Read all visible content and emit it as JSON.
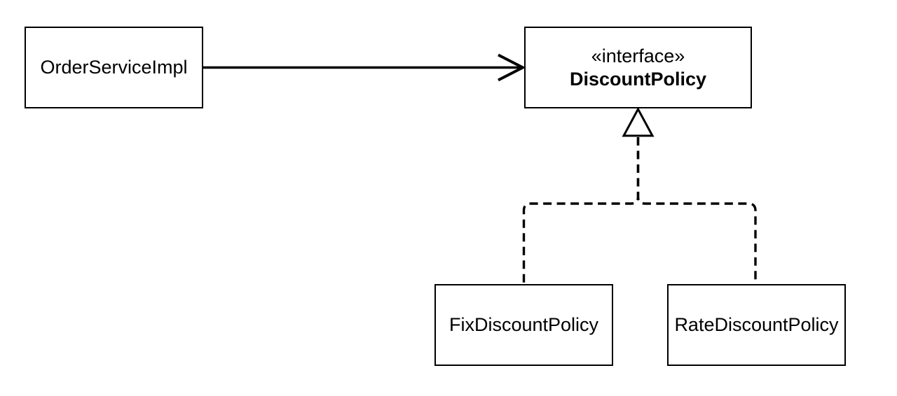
{
  "diagram": {
    "type": "uml-class-diagram",
    "background_color": "#ffffff",
    "line_color": "#000000",
    "nodes": {
      "order_service": {
        "label": "OrderServiceImpl"
      },
      "discount_policy": {
        "stereotype": "«interface»",
        "label": "DiscountPolicy"
      },
      "fix_discount": {
        "label": "FixDiscountPolicy"
      },
      "rate_discount": {
        "label": "RateDiscountPolicy"
      }
    },
    "edges": [
      {
        "from": "OrderServiceImpl",
        "to": "DiscountPolicy",
        "line": "solid",
        "arrowhead": "open",
        "meaning": "dependency"
      },
      {
        "from": "FixDiscountPolicy",
        "to": "DiscountPolicy",
        "line": "dashed",
        "arrowhead": "hollow-triangle",
        "meaning": "realization"
      },
      {
        "from": "RateDiscountPolicy",
        "to": "DiscountPolicy",
        "line": "dashed",
        "arrowhead": "hollow-triangle",
        "meaning": "realization"
      }
    ]
  }
}
